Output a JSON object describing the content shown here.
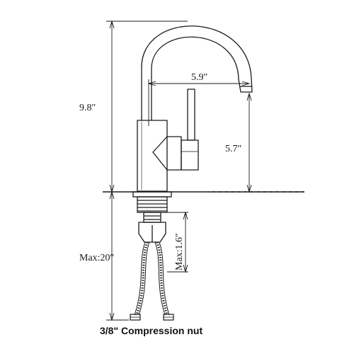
{
  "diagram": {
    "dimensions": {
      "spout_reach": "5.9″",
      "total_height": "9.8″",
      "spout_height": "5.7″",
      "hose_length": "Max:20″",
      "mount_length": "Max:1.6″"
    },
    "caption": "3/8\" Compression nut",
    "colors": {
      "line": "#1a1a1a",
      "background": "#ffffff"
    }
  }
}
